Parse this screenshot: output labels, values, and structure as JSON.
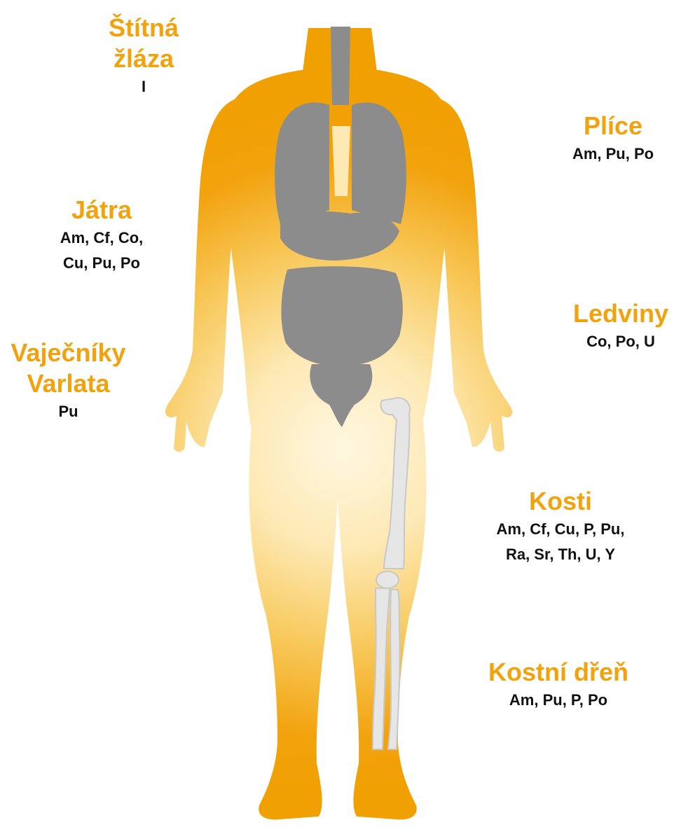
{
  "colors": {
    "accent": "#F2A20C",
    "body_outer": "#F2A20C",
    "body_inner": "#FFF4D6",
    "organs": "#8C8C8C",
    "bones": "#E6E6E6",
    "element_text": "#111111"
  },
  "organs": {
    "thyroid": {
      "name_line1": "Štítná",
      "name_line2": "žláza",
      "elements": "I"
    },
    "lungs": {
      "name": "Plíce",
      "elements": "Am, Pu, Po"
    },
    "liver": {
      "name": "Játra",
      "elements_line1": "Am, Cf, Co,",
      "elements_line2": "Cu, Pu, Po"
    },
    "kidneys": {
      "name": "Ledviny",
      "elements": "Co, Po, U"
    },
    "gonads": {
      "name_line1": "Vaječníky",
      "name_line2": "Varlata",
      "elements": "Pu"
    },
    "bones": {
      "name": "Kosti",
      "elements_line1": "Am, Cf, Cu, P, Pu,",
      "elements_line2": "Ra, Sr, Th, U, Y"
    },
    "bone_marrow": {
      "name": "Kostní dřeň",
      "elements": "Am, Pu, P, Po"
    }
  }
}
